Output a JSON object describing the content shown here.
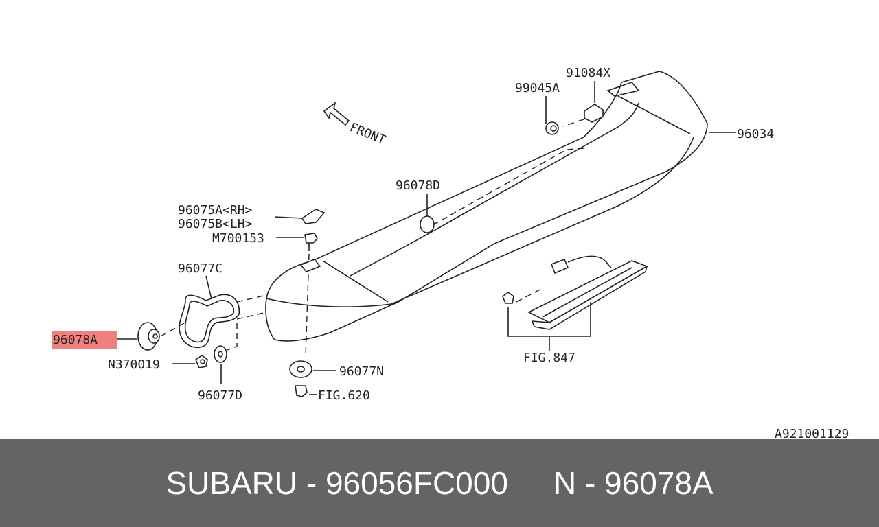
{
  "labels": {
    "front": "FRONT",
    "p91084x": "91084X",
    "p99045a": "99045A",
    "p96034": "96034",
    "p96078d": "96078D",
    "p96075a": "96075A<RH>",
    "p96075b": "96075B<LH>",
    "m700153": "M700153",
    "p96077c": "96077C",
    "p96078a": "96078A",
    "n370019": "N370019",
    "p96077d": "96077D",
    "p96077n": "96077N",
    "fig620": "FIG.620",
    "fig847": "FIG.847",
    "diagram_code": "A921001129"
  },
  "highlight_color": "#f08080",
  "footer": {
    "brand_part": "SUBARU - 96056FC000",
    "n_part": "N - 96078A"
  }
}
